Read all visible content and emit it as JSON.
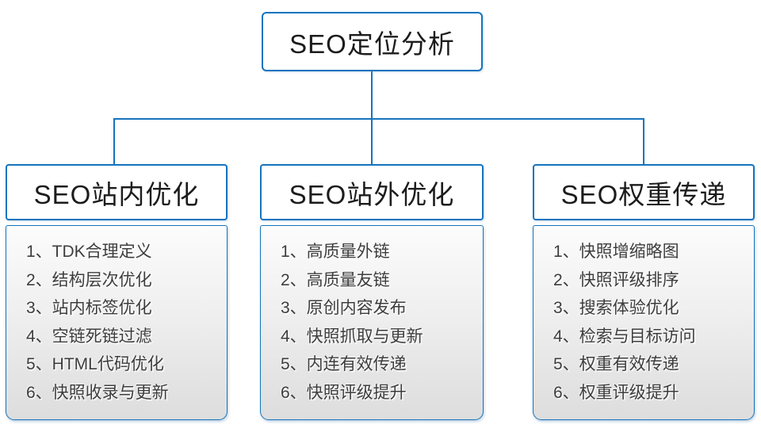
{
  "diagram": {
    "root": {
      "label": "SEO定位分析"
    },
    "columns": [
      {
        "title": "SEO站内优化",
        "items": [
          "1、TDK合理定义",
          "2、结构层次优化",
          "3、站内标签优化",
          "4、空链死链过滤",
          "5、HTML代码优化",
          "6、快照收录与更新"
        ]
      },
      {
        "title": "SEO站外优化",
        "items": [
          "1、高质量外链",
          "2、高质量友链",
          "3、原创内容发布",
          "4、快照抓取与更新",
          "5、内连有效传递",
          "6、快照评级提升"
        ]
      },
      {
        "title": "SEO权重传递",
        "items": [
          "1、快照增缩略图",
          "2、快照评级排序",
          "3、搜索体验优化",
          "4、检索与目标访问",
          "5、权重有效传递",
          "6、权重评级提升"
        ]
      }
    ],
    "colors": {
      "accent": "#1574be",
      "list_text": "#3d3d3d",
      "body_gradient_top": "#fcfcfc",
      "body_gradient_bottom": "#dddddd"
    }
  }
}
